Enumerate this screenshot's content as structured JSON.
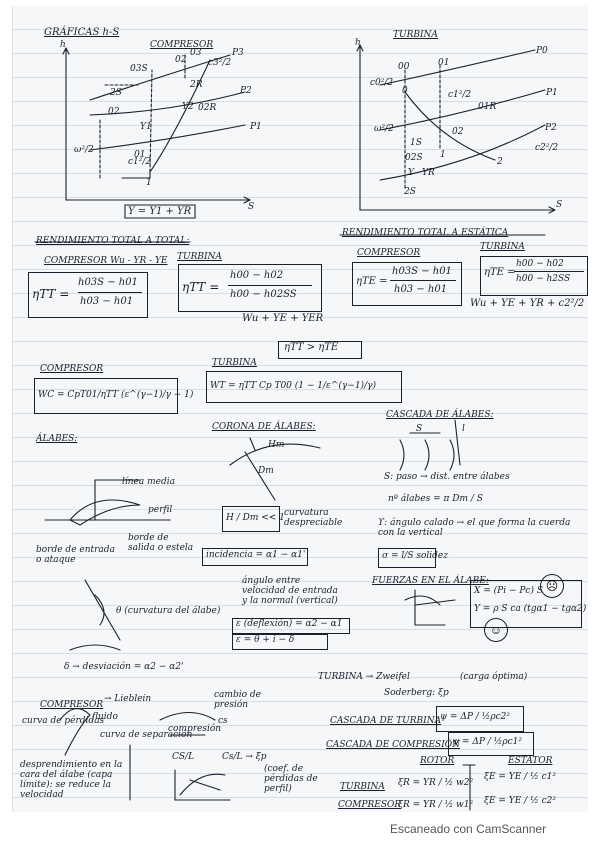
{
  "footer": {
    "scanner_text": "Escaneado con CamScanner"
  },
  "hs_charts": {
    "title": "GRÁFICAS h-S",
    "compressor": {
      "label": "COMPRESOR",
      "axis_h": "h",
      "axis_s": "S",
      "labels": [
        "03S",
        "03",
        "02",
        "P3",
        "c3²/2",
        "P2",
        "02R",
        "2R",
        "02",
        "P1",
        "01",
        "c1²/2",
        "ω²/2",
        "2S",
        "1",
        "Y1",
        "Y2"
      ],
      "formula": "Y = Y1 + YR"
    },
    "turbine": {
      "label": "TURBINA",
      "axis_h": "h",
      "axis_s": "S",
      "labels": [
        "00",
        "01",
        "P0",
        "c0²/2",
        "0",
        "P1",
        "c1²/2",
        "01R",
        "02S",
        "02",
        "1",
        "2",
        "P2",
        "c2²/2",
        "2S",
        "ω²/2",
        "Y",
        "YR",
        "1S"
      ]
    }
  },
  "efficiency": {
    "total_total_title": "RENDIMIENTO TOTAL A TOTAL:",
    "compressor_title": "COMPRESOR Wu - YR - YE",
    "compressor_eq_lhs": "ηTT =",
    "compressor_eq_num": "h03S − h01",
    "compressor_eq_den": "h03 − h01",
    "turbine_title": "TURBINA",
    "turbine_eq_lhs": "ηTT =",
    "turbine_eq_num": "h00 − h02",
    "turbine_eq_den": "h00 − h02SS",
    "turbine_eq_note": "Wu + YE + YER",
    "total_static_title": "RENDIMIENTO TOTAL A ESTÁTICA",
    "ts_compressor_title": "COMPRESOR",
    "ts_compressor_lhs": "ηTE =",
    "ts_compressor_num": "h03S − h01",
    "ts_compressor_den": "h03 − h01",
    "ts_turbine_title": "TURBINA",
    "ts_turbine_lhs": "ηTE =",
    "ts_turbine_num": "h00 − h02",
    "ts_turbine_den": "h00 − h2SS",
    "ts_turbine_note": "Wu + YE + YR + c2²/2",
    "inequality": "ηTT > ηTE"
  },
  "work": {
    "compressor_title": "COMPRESOR",
    "compressor_eq": "WC = CpT01/ηTT (ε^(γ−1)/γ − 1)",
    "turbine_title": "TURBINA",
    "turbine_eq": "WT = ηTT Cp T00 (1 − 1/ε^(γ−1)/γ)"
  },
  "blades": {
    "alabes_title": "ÁLABES:",
    "linea_media": "línea media",
    "perfil": "perfil",
    "borde_entrada": "borde de entrada o ataque",
    "borde_salida": "borde de salida o estela",
    "corona_title": "CORONA DE ÁLABES:",
    "hm": "Hm",
    "dm": "Dm",
    "corona_eq": "H / Dm << 1",
    "corona_note": "curvatura despreciable",
    "cascada_title": "CASCADA DE ÁLABES:",
    "s_label": "S",
    "l_label": "l",
    "cascada_note1": "S: paso → dist. entre álabes",
    "cascada_eq": "nº álabes = π Dm / S",
    "cascada_note2": "ϒ: ángulo calado → el que forma la cuerda con la vertical",
    "solidez": "σ = l/S solidez",
    "incidencia": "incidencia = α1 − α1'",
    "angulo_note": "ángulo entre velocidad de entrada y la normal (vertical)",
    "curvatura": "θ (curvatura del álabe)",
    "deflexion": "ε (deflexión) = α2 − α1",
    "epsilon_eq": "ε = θ + i − δ",
    "desviacion": "δ → desviación = α2 − α2'",
    "fuerzas_title": "FUERZAS EN EL ÁLABE:",
    "fx": "X = (Pi − Pc) S",
    "fy": "Y = ρ S ca (tgα1 − tgα2)"
  },
  "bottom": {
    "compresor": "COMPRESOR",
    "lieblein": "→ Lieblein",
    "curva_label": "curva de pérdidas",
    "fluido": "fluido",
    "curva_sep": "curva de separación",
    "compresion": "compresión",
    "cs": "cs",
    "cambio_note": "cambio de presión",
    "desprendimiento": "desprendimiento en la cara del álabe (capa límite): se reduce la velocidad",
    "turbina": "TURBINA → Zweifel",
    "zweifel_note": "(carga óptima)",
    "soderberg": "Soderberg: ξp",
    "psi_turbina": "CASCADA DE TURBINA",
    "psi_eq1": "ψ = ΔP / ½ρc2²",
    "psi_compresor": "CASCADA DE COMPRESIÓN",
    "psi_eq2": "ψ = ΔP / ½ρc1²",
    "cs_frac": "CS/L",
    "cs_eq": "Cs/L → ξp",
    "cs_note": "(coef. de pérdidas de perfil)",
    "rotor_label": "ROTOR",
    "estator_label": "ESTATOR",
    "turbina_short": "TURBINA",
    "compresor_short": "COMPRESOR",
    "rot_t": "ξR = YR / ½ w2²",
    "rot_c": "ξR = YR / ½ w1²",
    "est_t": "ξE = YE / ½ c1²",
    "est_c": "ξE = YE / ½ c2²"
  }
}
